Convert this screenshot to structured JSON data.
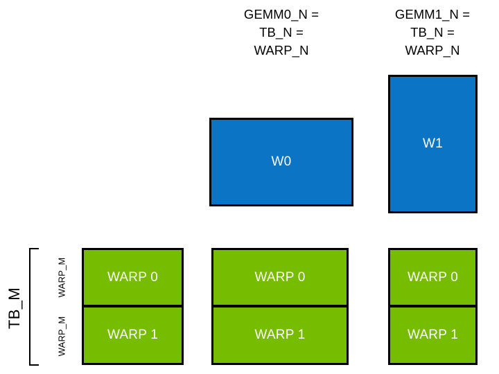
{
  "diagram": {
    "title_row": [
      {
        "name": "gemm0-header",
        "lines": [
          "GEMM0_N =",
          "TB_N =",
          "WARP_N"
        ],
        "text": "GEMM0_N =\nTB_N =\nWARP_N"
      },
      {
        "name": "gemm1-header",
        "lines": [
          "GEMM1_N =",
          "TB_N =",
          "WARP_N"
        ],
        "text": "GEMM1_N =\nTB_N =\nWARP_N"
      }
    ],
    "warp_blocks": [
      {
        "label": "W0"
      },
      {
        "label": "W1"
      }
    ],
    "left_axis": {
      "tb_label": "TB_M",
      "warp_labels": [
        "WARP_M",
        "WARP_M"
      ]
    },
    "warp_columns": [
      {
        "rows": [
          {
            "label": "WARP 0"
          },
          {
            "label": "WARP 1"
          }
        ]
      },
      {
        "rows": [
          {
            "label": "WARP 0"
          },
          {
            "label": "WARP 1"
          }
        ]
      },
      {
        "rows": [
          {
            "label": "WARP 0"
          },
          {
            "label": "WARP 1"
          }
        ]
      }
    ],
    "colors": {
      "green": "#76BC00",
      "blue": "#0B74C4",
      "outline": "#000000",
      "label_text": "#FFFFFF",
      "background": "#FFFFFF"
    }
  }
}
